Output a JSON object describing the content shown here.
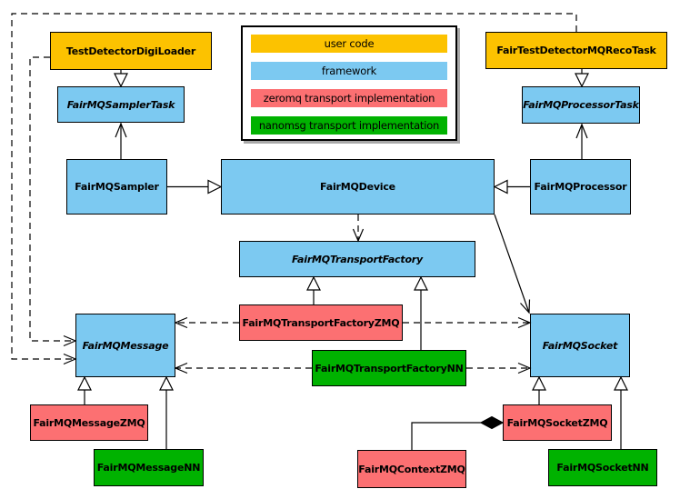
{
  "colors": {
    "user_code": "#FCC200",
    "framework": "#7CC9F1",
    "zeromq": "#FC7072",
    "nanomsg": "#00B200",
    "line": "#000000",
    "legend_shadow": "#a9a9a9"
  },
  "legend": {
    "items": [
      {
        "label": "user code",
        "color": "#FCC200"
      },
      {
        "label": "framework",
        "color": "#7CC9F1"
      },
      {
        "label": "zeromq transport implementation",
        "color": "#FC7072"
      },
      {
        "label": "nanomsg transport implementation",
        "color": "#00B200"
      }
    ]
  },
  "nodes": {
    "digi_loader": {
      "label": "TestDetectorDigiLoader",
      "category": "user code",
      "abstract": false
    },
    "reco_task": {
      "label": "FairTestDetectorMQRecoTask",
      "category": "user code",
      "abstract": false
    },
    "sampler_task": {
      "label": "FairMQSamplerTask",
      "category": "framework",
      "abstract": true
    },
    "processor_task": {
      "label": "FairMQProcessorTask",
      "category": "framework",
      "abstract": true
    },
    "sampler": {
      "label": "FairMQSampler",
      "category": "framework",
      "abstract": false
    },
    "device": {
      "label": "FairMQDevice",
      "category": "framework",
      "abstract": false
    },
    "processor": {
      "label": "FairMQProcessor",
      "category": "framework",
      "abstract": false
    },
    "transport_factory": {
      "label": "FairMQTransportFactory",
      "category": "framework",
      "abstract": true
    },
    "tf_zmq": {
      "label": "FairMQTransportFactoryZMQ",
      "category": "zeromq",
      "abstract": false
    },
    "tf_nn": {
      "label": "FairMQTransportFactoryNN",
      "category": "nanomsg",
      "abstract": false
    },
    "message": {
      "label": "FairMQMessage",
      "category": "framework",
      "abstract": true
    },
    "socket": {
      "label": "FairMQSocket",
      "category": "framework",
      "abstract": true
    },
    "message_zmq": {
      "label": "FairMQMessageZMQ",
      "category": "zeromq",
      "abstract": false
    },
    "message_nn": {
      "label": "FairMQMessageNN",
      "category": "nanomsg",
      "abstract": false
    },
    "socket_zmq": {
      "label": "FairMQSocketZMQ",
      "category": "zeromq",
      "abstract": false
    },
    "socket_nn": {
      "label": "FairMQSocketNN",
      "category": "nanomsg",
      "abstract": false
    },
    "context_zmq": {
      "label": "FairMQContextZMQ",
      "category": "zeromq",
      "abstract": false
    }
  },
  "edges": [
    {
      "from": "digi_loader",
      "to": "sampler_task",
      "type": "generalization"
    },
    {
      "from": "reco_task",
      "to": "processor_task",
      "type": "generalization"
    },
    {
      "from": "sampler",
      "to": "device",
      "type": "generalization"
    },
    {
      "from": "processor",
      "to": "device",
      "type": "generalization"
    },
    {
      "from": "tf_zmq",
      "to": "transport_factory",
      "type": "generalization"
    },
    {
      "from": "tf_nn",
      "to": "transport_factory",
      "type": "generalization"
    },
    {
      "from": "message_zmq",
      "to": "message",
      "type": "generalization"
    },
    {
      "from": "message_nn",
      "to": "message",
      "type": "generalization"
    },
    {
      "from": "socket_zmq",
      "to": "socket",
      "type": "generalization"
    },
    {
      "from": "socket_nn",
      "to": "socket",
      "type": "generalization"
    },
    {
      "from": "sampler",
      "to": "sampler_task",
      "type": "association"
    },
    {
      "from": "processor",
      "to": "processor_task",
      "type": "association"
    },
    {
      "from": "device",
      "to": "socket",
      "type": "association"
    },
    {
      "from": "device",
      "to": "transport_factory",
      "type": "dependency"
    },
    {
      "from": "tf_zmq",
      "to": "message",
      "type": "dependency"
    },
    {
      "from": "tf_zmq",
      "to": "socket",
      "type": "dependency"
    },
    {
      "from": "tf_nn",
      "to": "message",
      "type": "dependency"
    },
    {
      "from": "tf_nn",
      "to": "socket",
      "type": "dependency"
    },
    {
      "from": "digi_loader",
      "to": "message",
      "type": "dependency"
    },
    {
      "from": "reco_task",
      "to": "message",
      "type": "dependency"
    },
    {
      "from": "context_zmq",
      "to": "socket_zmq",
      "type": "composition"
    }
  ]
}
